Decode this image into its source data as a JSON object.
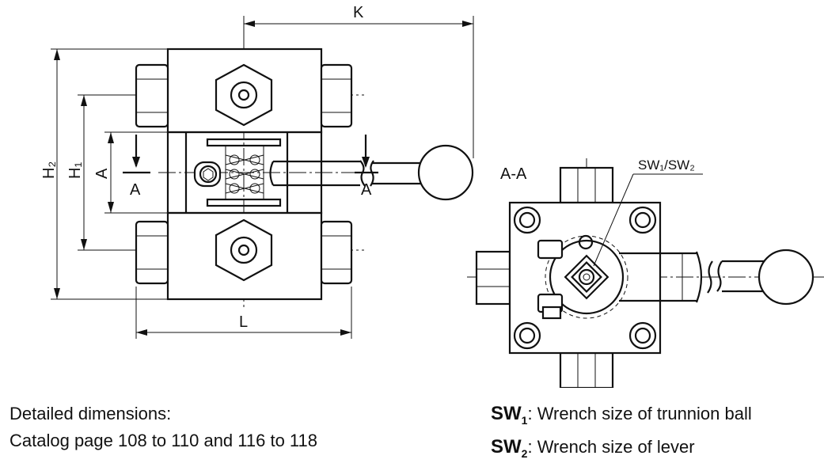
{
  "drawing": {
    "dimensions": {
      "k": "K",
      "l": "L",
      "h2": "H₂",
      "h1": "H₁",
      "a": "A",
      "section_mark_left": "A",
      "section_mark_right": "A"
    },
    "section_title": "A-A",
    "wrench_callout": "SW₁/SW₂"
  },
  "notes": {
    "line1": "Detailed dimensions:",
    "line2": "Catalog page 108 to 110 and 116 to 118"
  },
  "legend": {
    "sw1_symbol": "SW",
    "sw1_sub": "1",
    "sw1_text": ": Wrench size of trunnion ball",
    "sw2_symbol": "SW",
    "sw2_sub": "2",
    "sw2_text": ": Wrench size of lever"
  }
}
